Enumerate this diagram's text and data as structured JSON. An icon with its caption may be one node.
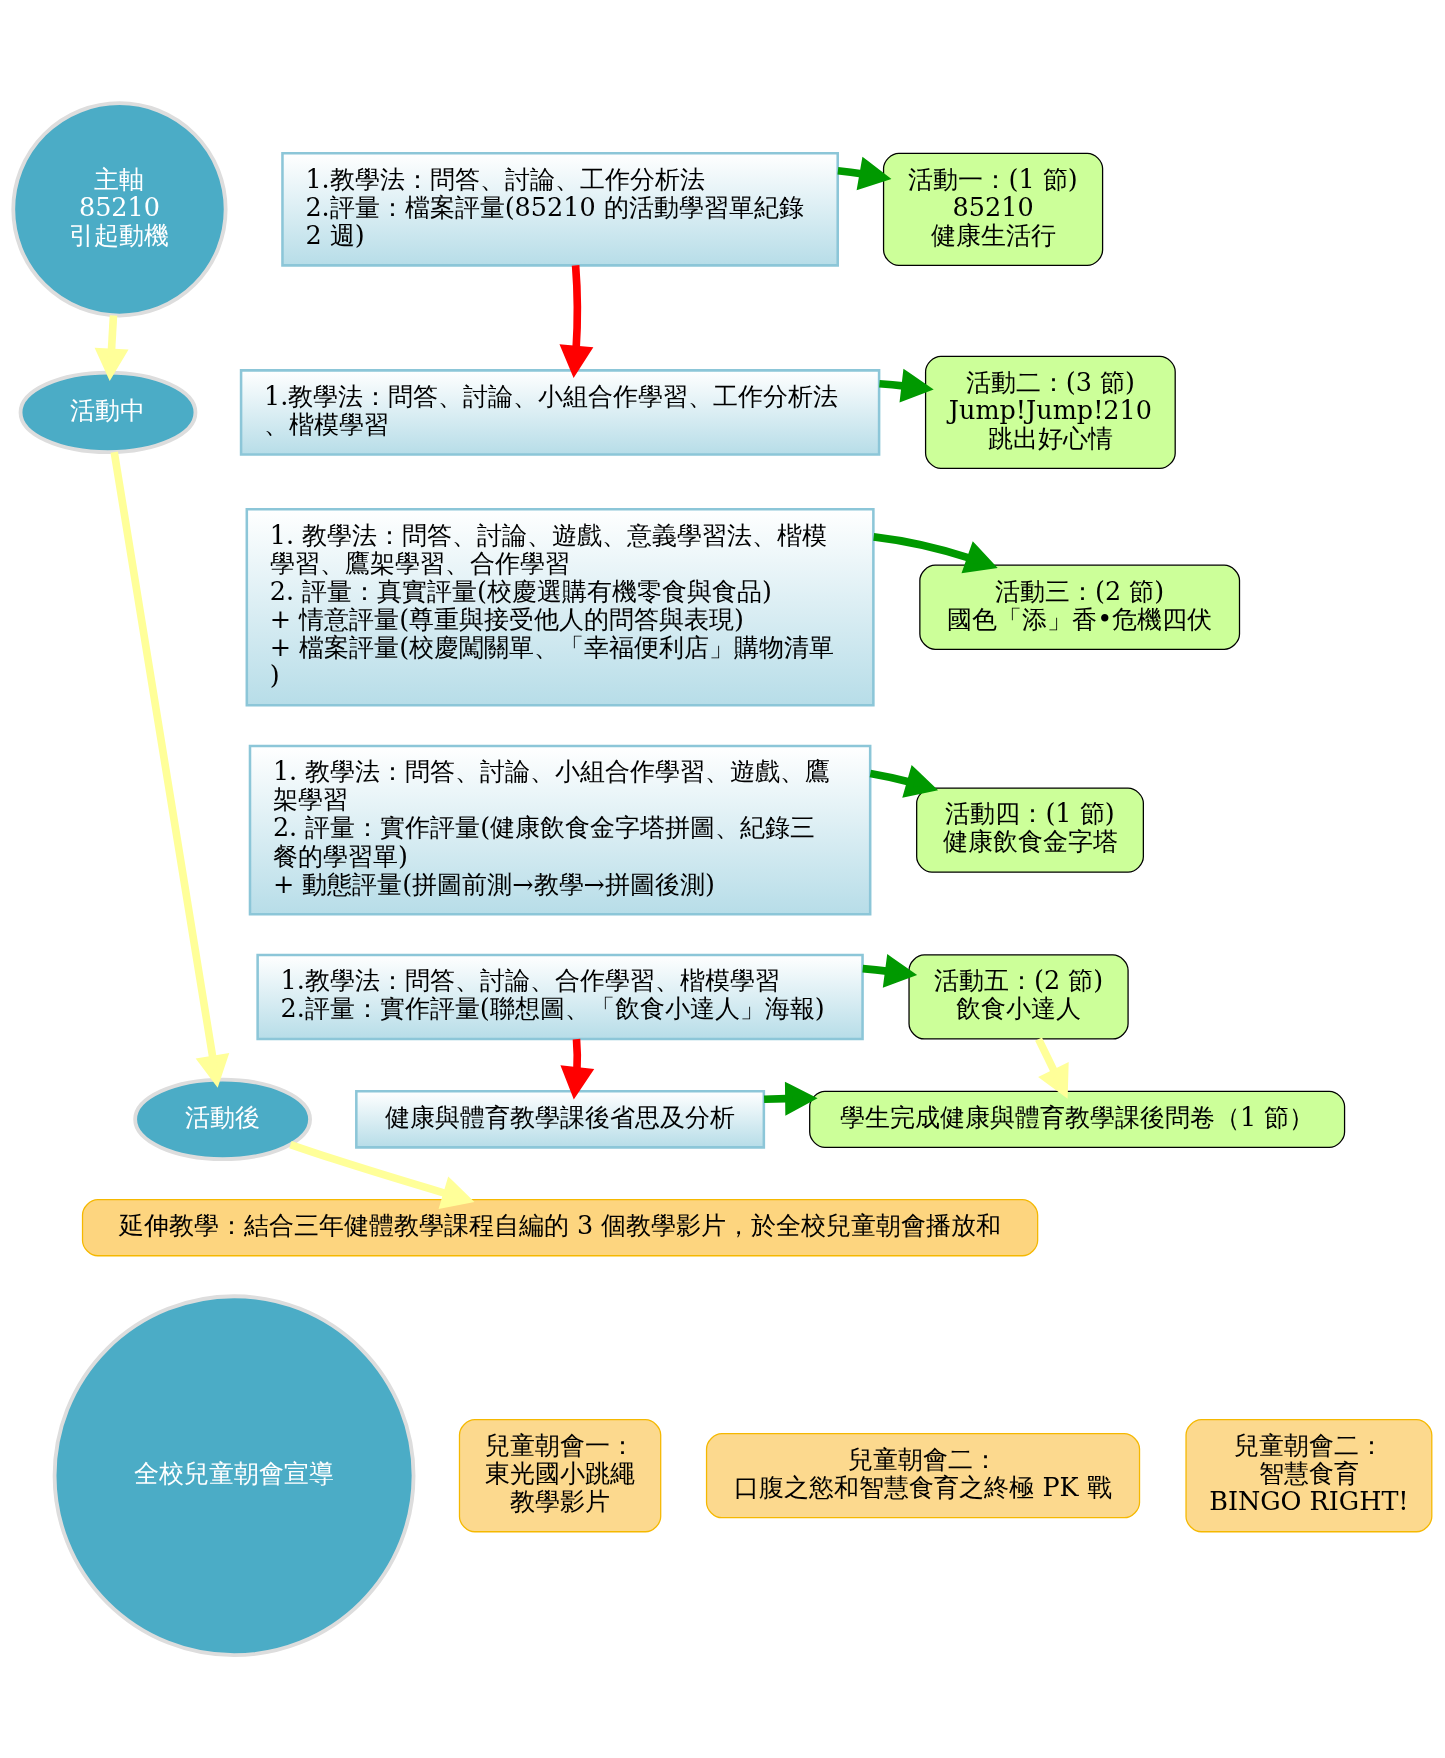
{
  "diagram": {
    "nodes": [
      {
        "text": [
          "主軸",
          "85210",
          "引起動機"
        ]
      },
      {
        "text": [
          "活動中"
        ]
      },
      {
        "text": [
          "1.教學法：問答、討論、工作分析法",
          "2.評量：檔案評量(85210 的活動學習單紀錄 2 週)"
        ]
      },
      {
        "text": [
          "活動一：(1 節)",
          "85210",
          "健康生活行"
        ]
      },
      {
        "text": [
          "1.教學法：問答、討論、小組合作學習、工作分析法、楷模學習"
        ]
      },
      {
        "text": [
          "活動二：(3 節)",
          "Jump!Jump!210",
          "跳出好心情"
        ]
      },
      {
        "text": [
          "1. 教學法：問答、討論、遊戲、意義學習法、楷模學習、鷹架學習、合作學習",
          "2. 評量：真實評量(校慶選購有機零食與食品)",
          "+ 情意評量(尊重與接受他人的問答與表現)",
          "+ 檔案評量(校慶闖關單、「幸福便利店」購物清單)"
        ]
      },
      {
        "text": [
          "活動三：(2 節)",
          "國色「添」香•危機四伏"
        ]
      },
      {
        "text": [
          "1. 教學法：問答、討論、小組合作學習、遊戲、鷹架學習",
          "2. 評量：實作評量(健康飲食金字塔拼圖、紀錄三餐的學習單)",
          "+ 動態評量(拼圖前測→教學→拼圖後測)"
        ]
      },
      {
        "text": [
          "活動四：(1 節)",
          "健康飲食金字塔"
        ]
      },
      {
        "text": [
          "1.教學法：問答、討論、合作學習、楷模學習",
          "2.評量：實作評量(聯想圖、「飲食小達人」海報)"
        ]
      },
      {
        "text": [
          "活動五：(2 節)",
          "飲食小達人"
        ]
      },
      {
        "text": [
          "活動後"
        ]
      },
      {
        "text": [
          "健康與體育教學課後省思及分析"
        ]
      },
      {
        "text": [
          "學生完成健康與體育教學課後問卷（1 節）"
        ]
      },
      {
        "text": [
          "延伸教學：結合三年健體教學課程自編的 3 個教學影片，於全校兒童朝會播放和"
        ]
      },
      {
        "text": [
          "全校兒童朝會宣導"
        ]
      },
      {
        "text": [
          "兒童朝會一：",
          "東光國小跳繩",
          "教學影片"
        ]
      },
      {
        "text": [
          "兒童朝會二：",
          "口腹之慾和智慧食育之終極 PK 戰"
        ]
      },
      {
        "text": [
          "兒童朝會二：",
          "智慧食育",
          "BINGO RIGHT!"
        ]
      }
    ],
    "edges": [
      {
        "from": 0,
        "to": 1,
        "arrow": "to",
        "color": "#ffff99"
      },
      {
        "from": 2,
        "to": 3,
        "arrow": "to"
      },
      {
        "from": 2,
        "to": 4,
        "arrow": "to",
        "color": "#ff0000"
      },
      {
        "from": 4,
        "to": 5,
        "arrow": "to"
      },
      {
        "from": 6,
        "to": 7,
        "arrow": "to"
      },
      {
        "from": 8,
        "to": 9,
        "arrow": "to"
      },
      {
        "from": 10,
        "to": 11,
        "arrow": "to"
      },
      {
        "from": 1,
        "to": 12,
        "arrow": "to",
        "color": "#ffff99"
      },
      {
        "from": 10,
        "to": 13,
        "arrow": "to",
        "color": "#ff0000"
      },
      {
        "from": 11,
        "to": 14,
        "arrow": "to",
        "color": "#ffff99"
      },
      {
        "from": 13,
        "to": 14,
        "arrow": "to"
      },
      {
        "from": 12,
        "to": 15,
        "arrow": "to",
        "color": "#ffff99"
      }
    ]
  }
}
